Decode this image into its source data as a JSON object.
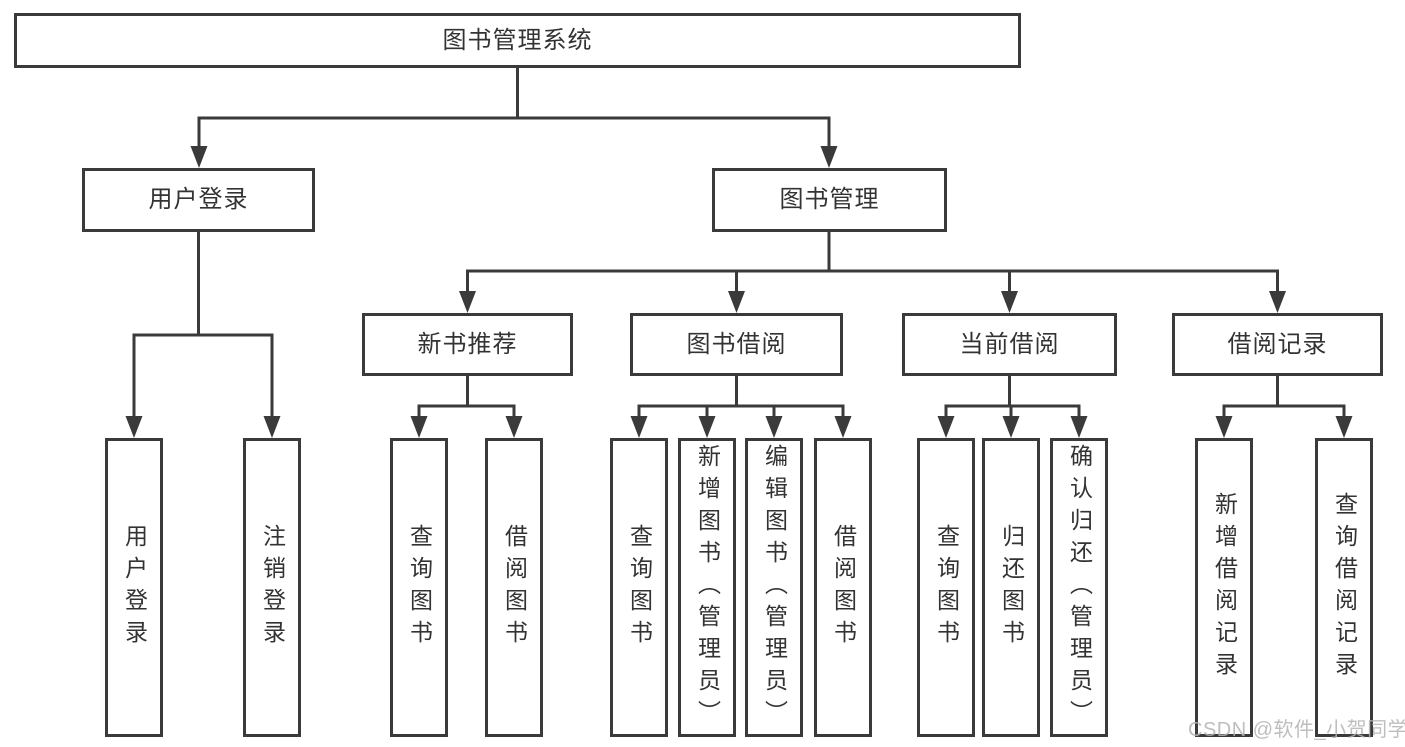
{
  "colors": {
    "background": "#ffffff",
    "line": "#3a3a3a",
    "box_border": "#3a3a3a",
    "text": "#333333",
    "watermark": "#b3b3b3"
  },
  "icons": {
    "arrow_style": "filled-triangle-down-icon"
  },
  "watermark": {
    "text": "CSDN @软件_小贺同学"
  },
  "diagram": {
    "root": {
      "label": "图书管理系统"
    },
    "level1": [
      {
        "label": "用户登录",
        "children": [
          {
            "label": "用户登录"
          },
          {
            "label": "注销登录"
          }
        ]
      },
      {
        "label": "图书管理",
        "children": [
          {
            "label": "新书推荐",
            "children": [
              {
                "label": "查询图书"
              },
              {
                "label": "借阅图书"
              }
            ]
          },
          {
            "label": "图书借阅",
            "children": [
              {
                "label": "查询图书"
              },
              {
                "label": "新增图书（管理员）"
              },
              {
                "label": "编辑图书（管理员）"
              },
              {
                "label": "借阅图书"
              }
            ]
          },
          {
            "label": "当前借阅",
            "children": [
              {
                "label": "查询图书"
              },
              {
                "label": "归还图书"
              },
              {
                "label": "确认归还（管理员）"
              }
            ]
          },
          {
            "label": "借阅记录",
            "children": [
              {
                "label": "新增借阅记录"
              },
              {
                "label": "查询借阅记录"
              }
            ]
          }
        ]
      }
    ]
  }
}
